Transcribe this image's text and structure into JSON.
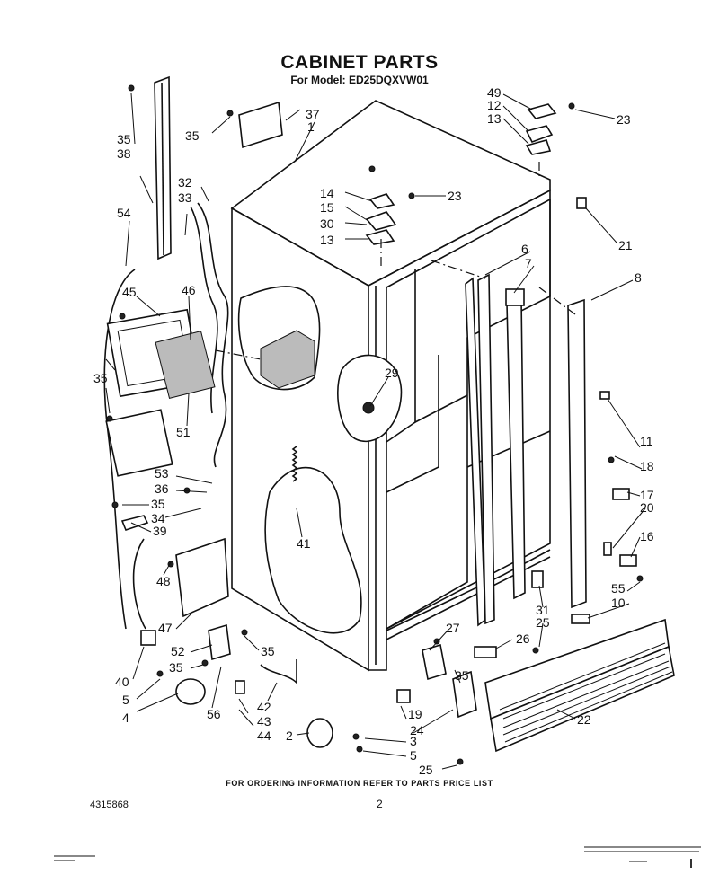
{
  "title": "CABINET PARTS",
  "subtitle": "For Model: ED25DQXVW01",
  "footer_note": "FOR ORDERING INFORMATION REFER TO PARTS PRICE LIST",
  "page_number": "2",
  "doc_number": "4315868",
  "callouts": [
    "49",
    "12",
    "13",
    "23",
    "37",
    "1",
    "35",
    "35",
    "38",
    "32",
    "33",
    "14",
    "15",
    "30",
    "13",
    "23",
    "54",
    "21",
    "6",
    "7",
    "8",
    "45",
    "46",
    "35",
    "29",
    "51",
    "11",
    "53",
    "18",
    "36",
    "17",
    "35",
    "34",
    "20",
    "39",
    "16",
    "41",
    "55",
    "10",
    "48",
    "31",
    "25",
    "47",
    "27",
    "26",
    "52",
    "35",
    "35",
    "5",
    "22",
    "40",
    "56",
    "42",
    "43",
    "44",
    "2",
    "3",
    "5",
    "4",
    "19",
    "24",
    "25"
  ]
}
